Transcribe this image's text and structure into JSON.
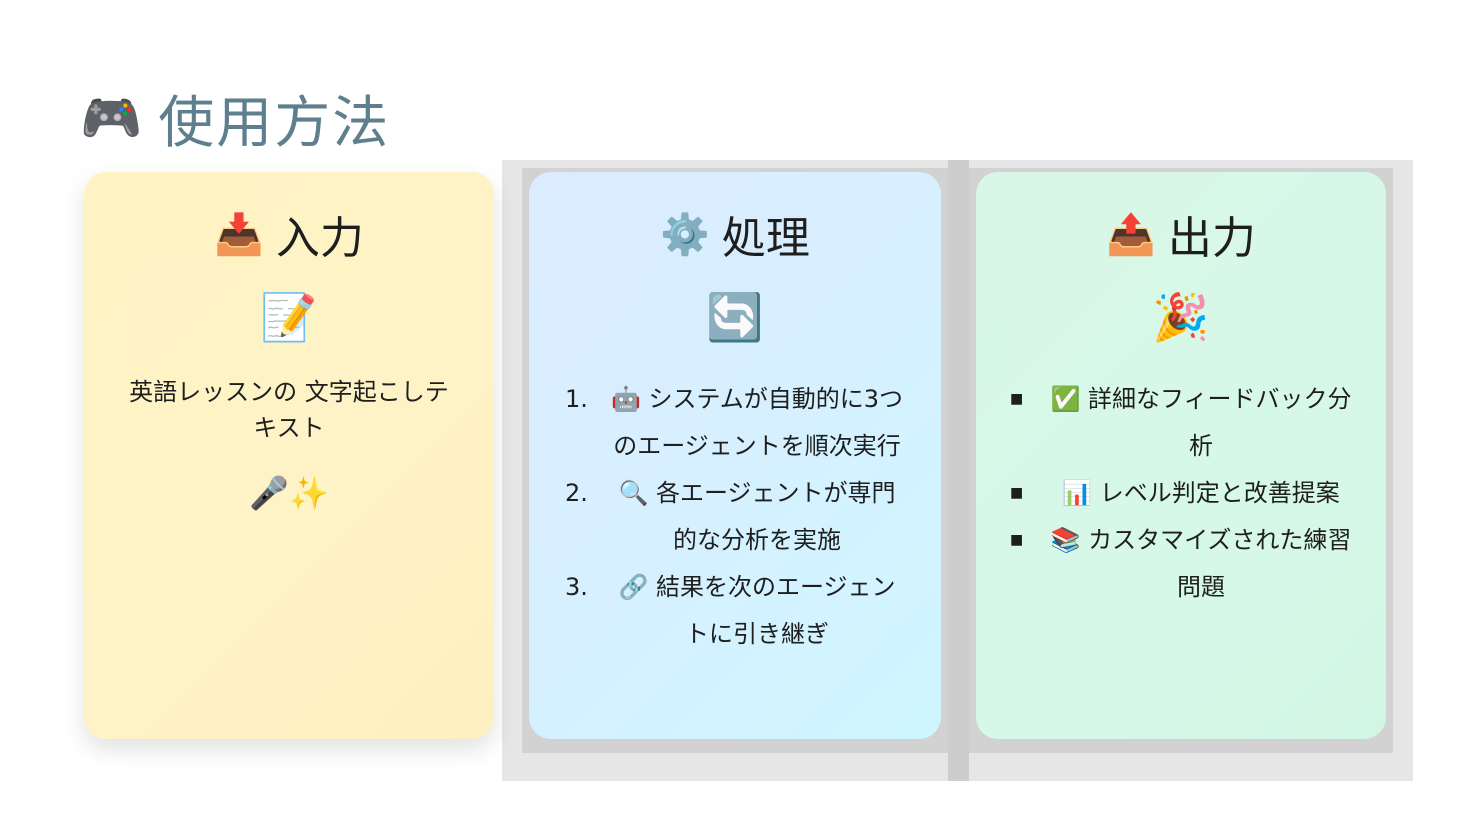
{
  "title": {
    "icon": "🎮",
    "text": "使用方法"
  },
  "input_card": {
    "icon": "📥",
    "heading": "入力",
    "big_icon": "📝",
    "text": "英語レッスンの 文字起こしテキスト",
    "deco": "🎤✨",
    "bg_color": "#fef3c6"
  },
  "process_card": {
    "icon": "⚙️",
    "heading": "処理",
    "big_icon": "🔄",
    "steps": [
      {
        "num": "1.",
        "text": "🤖 システムが自動的に3つのエージェントを順次実行"
      },
      {
        "num": "2.",
        "text": "🔍 各エージェントが専門的な分析を実施"
      },
      {
        "num": "3.",
        "text": "🔗 結果を次のエージェントに引き継ぎ"
      }
    ],
    "bg_color": "#d6f0ff"
  },
  "output_card": {
    "icon": "📤",
    "heading": "出力",
    "big_icon": "🎉",
    "items": [
      {
        "bullet": "■",
        "text": "✅ 詳細なフィードバック分析"
      },
      {
        "bullet": "■",
        "text": "📊 レベル判定と改善提案"
      },
      {
        "bullet": "■",
        "text": "📚 カスタマイズされた練習問題"
      }
    ],
    "bg_color": "#d6f8e9"
  }
}
